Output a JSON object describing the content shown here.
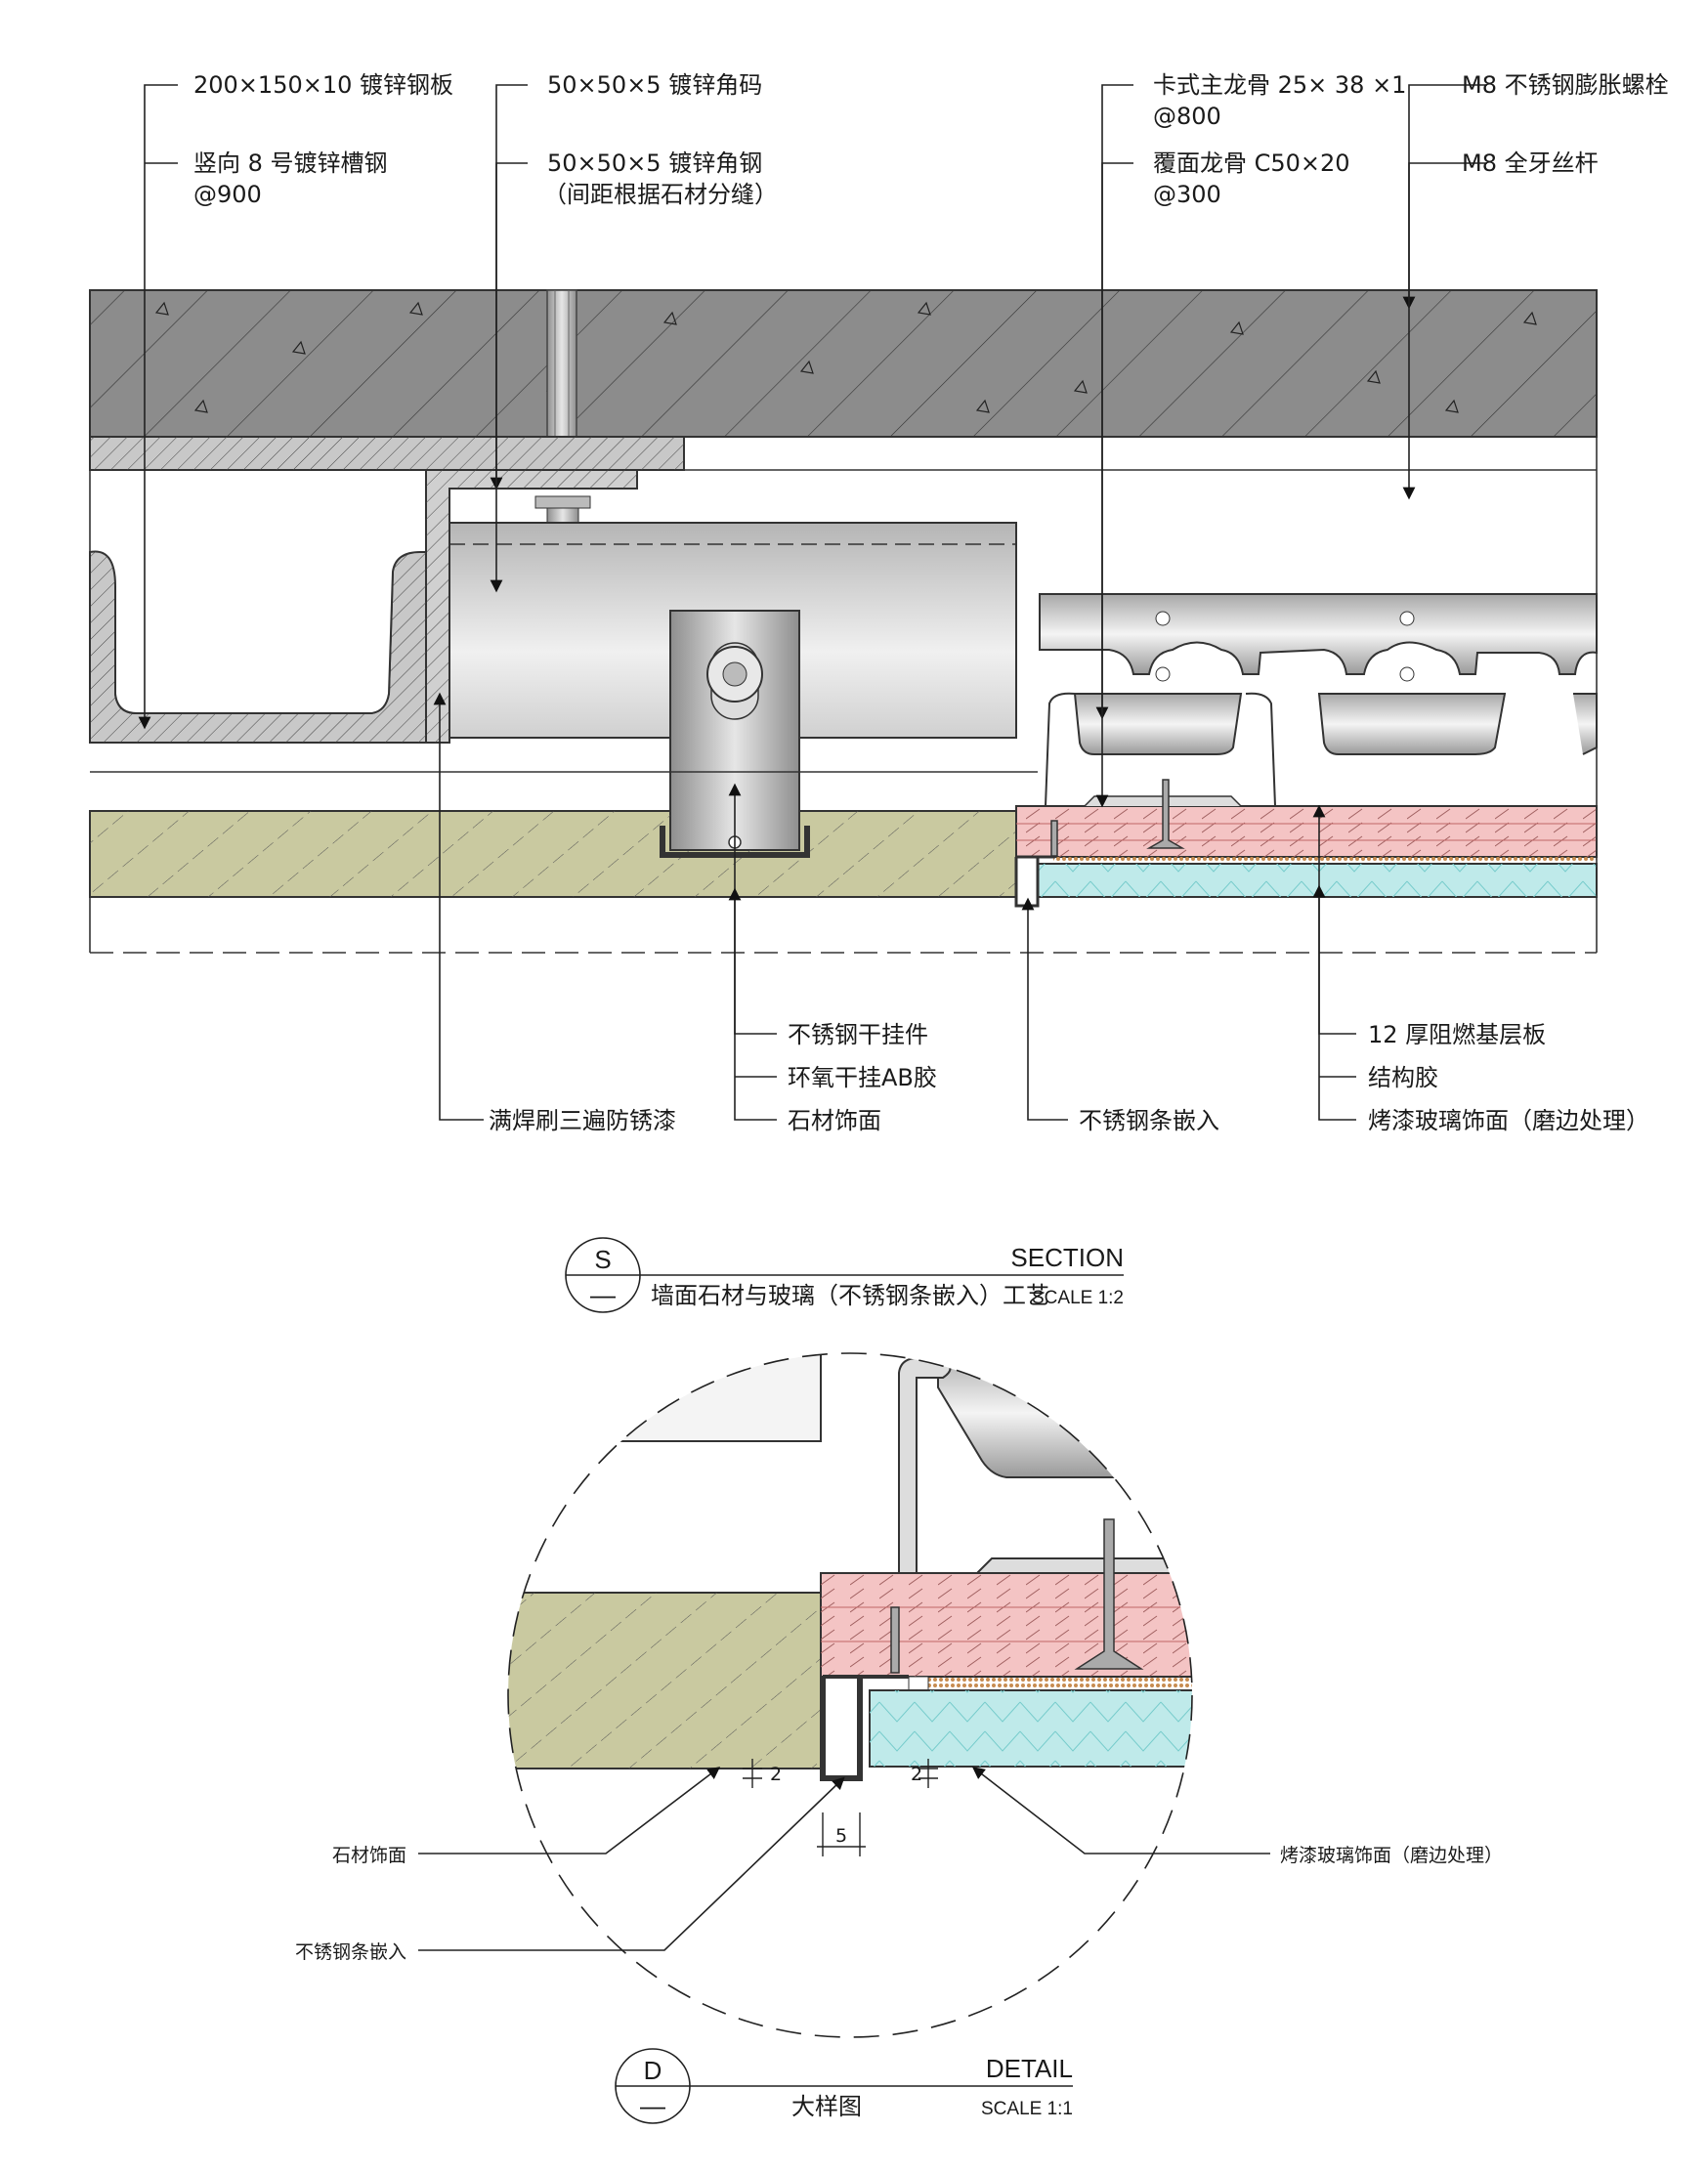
{
  "section": {
    "labels_top_left": [
      "200×150×10 镀锌钢板",
      "竖向 8 号镀锌槽钢",
      "@900"
    ],
    "labels_top_mid": [
      "50×50×5 镀锌角码",
      "50×50×5 镀锌角钢",
      "（间距根据石材分缝）"
    ],
    "labels_top_right1": [
      "卡式主龙骨 25× 38 ×1",
      "@800",
      "覆面龙骨 C50×20",
      "@300"
    ],
    "labels_top_right2": [
      "M8 不锈钢膨胀螺栓",
      "M8 全牙丝杆"
    ],
    "labels_bottom": {
      "weld": "满焊刷三遍防锈漆",
      "hanger": "不锈钢干挂件",
      "glue": "环氧干挂AB胶",
      "stone": "石材饰面",
      "strip": "不锈钢条嵌入",
      "board": "12 厚阻燃基层板",
      "struct_glue": "结构胶",
      "glass": "烤漆玻璃饰面（磨边处理）"
    },
    "title_symbol": "S",
    "title_dash": "—",
    "title_en": "SECTION",
    "title_cn": "墙面石材与玻璃（不锈钢条嵌入）工艺",
    "scale": "SCALE 1:2"
  },
  "detail": {
    "label_stone": "石材饰面",
    "label_strip": "不锈钢条嵌入",
    "label_glass": "烤漆玻璃饰面（磨边处理）",
    "dim_2_left": "2",
    "dim_2_right": "2",
    "dim_5": "5",
    "title_symbol": "D",
    "title_dash": "—",
    "title_en": "DETAIL",
    "title_cn": "大样图",
    "scale": "SCALE 1:1"
  },
  "colors": {
    "concrete": "#8c8c8c",
    "steel": "#c8c8c8",
    "stone": "#c9c9a0",
    "board": "#f4c4c4",
    "glass": "#bfeaea",
    "glue": "#e0b080"
  }
}
